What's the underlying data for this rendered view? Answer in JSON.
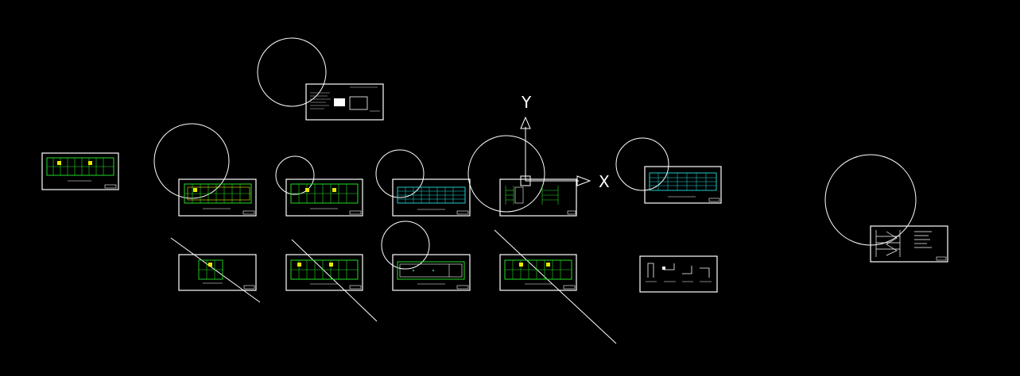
{
  "viewport": {
    "background": "#000000",
    "line_color": "#ffffff",
    "plan_color": "#22dd22",
    "accent_cyan": "#22dddd",
    "accent_yellow": "#e8e800"
  },
  "ucs": {
    "x_label": "X",
    "y_label": "Y",
    "icon": "ucs-axis-icon"
  },
  "sheets": [
    {
      "id": "cover-sheet",
      "kind": "cover"
    },
    {
      "id": "floor-plan-1",
      "kind": "plan"
    },
    {
      "id": "floor-plan-2",
      "kind": "plan"
    },
    {
      "id": "floor-plan-3",
      "kind": "plan"
    },
    {
      "id": "elevation-1",
      "kind": "elevation"
    },
    {
      "id": "section-1",
      "kind": "section"
    },
    {
      "id": "elevation-2",
      "kind": "elevation"
    },
    {
      "id": "stair-detail",
      "kind": "detail"
    },
    {
      "id": "partial-plan",
      "kind": "partial"
    },
    {
      "id": "floor-plan-4",
      "kind": "plan"
    },
    {
      "id": "roof-plan",
      "kind": "roof"
    },
    {
      "id": "floor-plan-5",
      "kind": "plan"
    },
    {
      "id": "node-details",
      "kind": "detail"
    }
  ]
}
